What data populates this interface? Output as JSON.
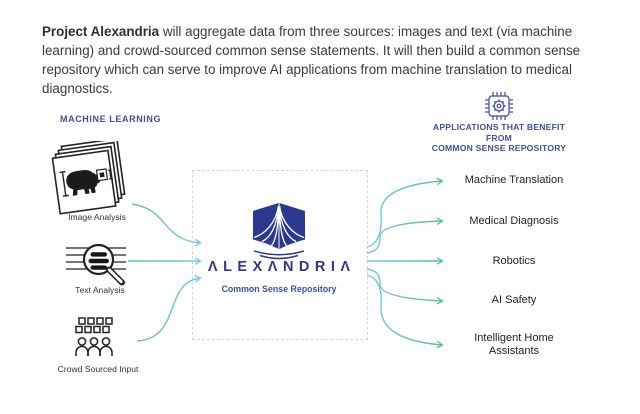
{
  "colors": {
    "navy": "#2b3990",
    "blue_label": "#3d4fa1",
    "text_dark": "#3a3a3c",
    "icon_black": "#1d1d1f",
    "arrow_blue": "#79c6ee",
    "arrow_green": "#55bf97",
    "chip_blue": "#5560b3",
    "dashed_border": "#d8d8d8"
  },
  "header": {
    "bold": "Project Alexandria",
    "rest": " will aggregate data from three sources: images and text (via machine learning) and crowd-sourced common sense statements. It will then build a common sense repository which can serve to improve AI applications from machine translation to medical diagnostics."
  },
  "sources": {
    "section_label": "MACHINE LEARNING",
    "items": [
      {
        "label": "Image Analysis",
        "icon": "image-analysis-icon"
      },
      {
        "label": "Text Analysis",
        "icon": "text-analysis-icon"
      },
      {
        "label": "Crowd Sourced Input",
        "icon": "crowd-sourced-icon"
      }
    ]
  },
  "repository": {
    "logo_text": "ALEXANDRIA",
    "logo_display": "ΛLEXΛNDRIΛ",
    "caption": "Common Sense Repository",
    "icon": "open-book-icon"
  },
  "applications": {
    "icon": "microchip-gear-icon",
    "section_label_line1": "APPLICATIONS THAT BENEFIT FROM",
    "section_label_line2": "COMMON SENSE REPOSITORY",
    "items": [
      "Machine Translation",
      "Medical Diagnosis",
      "Robotics",
      "AI Safety",
      "Intelligent Home Assistants"
    ]
  }
}
